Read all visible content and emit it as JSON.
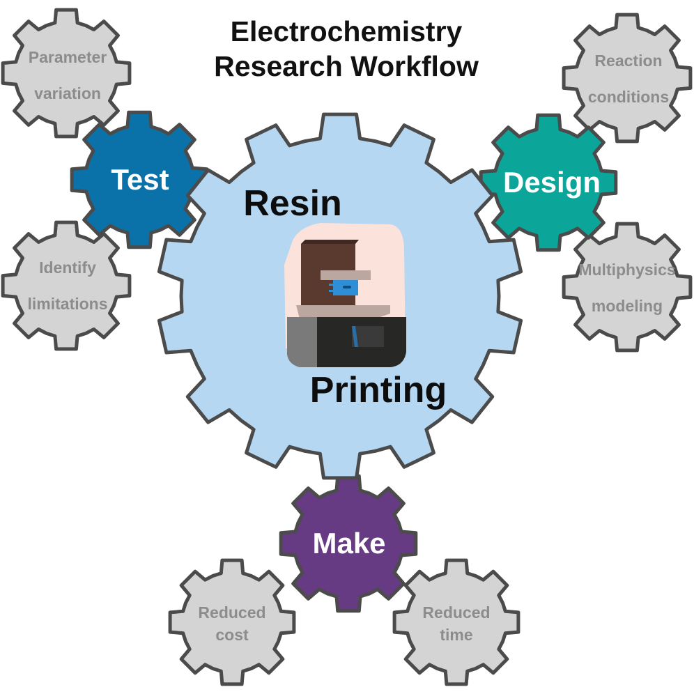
{
  "title": {
    "line1": "Electrochemistry",
    "line2": "Research Workflow"
  },
  "center": {
    "top_label": "Resin",
    "bottom_label": "Printing",
    "image": "resin-3d-printer"
  },
  "stages": [
    {
      "label": "Test",
      "color": "#0a72a8",
      "details": [
        {
          "line1": "Parameter",
          "line2": "variation"
        },
        {
          "line1": "Identify",
          "line2": "limitations"
        }
      ]
    },
    {
      "label": "Design",
      "color": "#0ba59a",
      "details": [
        {
          "line1": "Reaction",
          "line2": "conditions"
        },
        {
          "line1": "Multiphysics",
          "line2": "modeling"
        }
      ]
    },
    {
      "label": "Make",
      "color": "#673b84",
      "details": [
        {
          "line1": "Reduced",
          "line2": "cost"
        },
        {
          "line1": "Reduced",
          "line2": "time"
        }
      ]
    }
  ],
  "colors": {
    "center_gear": "#b5d7f1",
    "detail_gear": "#d4d4d4",
    "outline": "#4b4b4b"
  }
}
